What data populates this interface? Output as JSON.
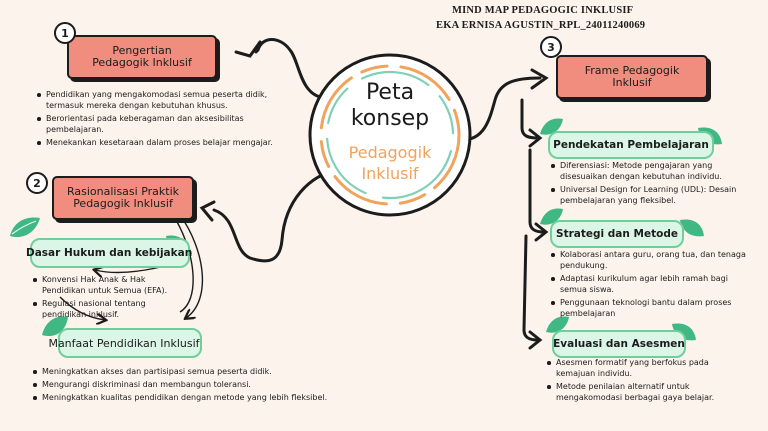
{
  "header": {
    "line1": "MIND MAP PEDAGOGIC INKLUSIF",
    "line2": "EKA ERNISA AGUSTIN_RPL_24011240069"
  },
  "center": {
    "title1": "Peta",
    "title2": "konsep",
    "subtitle1": "Pedagogik",
    "subtitle2": "Inklusif"
  },
  "branch1": {
    "number": "1",
    "title1": "Pengertian",
    "title2": "Pedagogik Inklusif",
    "bullets": [
      "Pendidikan yang mengakomodasi semua peserta didik, termasuk mereka dengan kebutuhan khusus.",
      "Berorientasi pada keberagaman dan aksesibilitas pembelajaran.",
      "Menekankan kesetaraan dalam proses belajar mengajar."
    ]
  },
  "branch2": {
    "number": "2",
    "title1": "Rasionalisasi Praktik",
    "title2": "Pedagogik Inklusif",
    "sub1": {
      "label": "Dasar Hukum dan kebijakan",
      "bullets": [
        "Konvensi Hak Anak & Hak Pendidikan untuk Semua (EFA).",
        "Regulasi nasional tentang pendidikan inklusif."
      ]
    },
    "sub2": {
      "label": "Manfaat Pendidikan Inklusif",
      "bullets": [
        "Meningkatkan akses dan partisipasi semua peserta didik.",
        "Mengurangi diskriminasi dan membangun toleransi.",
        "Meningkatkan kualitas pendidikan dengan metode yang lebih fleksibel."
      ]
    }
  },
  "branch3": {
    "number": "3",
    "title1": "Frame Pedagogik",
    "title2": "Inklusif",
    "sub1": {
      "label": "Pendekatan Pembelajaran",
      "bullets": [
        "Diferensiasi: Metode pengajaran yang disesuaikan dengan kebutuhan individu.",
        "Universal Design for Learning (UDL): Desain pembelajaran yang fleksibel."
      ]
    },
    "sub2": {
      "label": "Strategi dan Metode",
      "bullets": [
        "Kolaborasi antara guru, orang tua, dan tenaga pendukung.",
        "Adaptasi kurikulum agar lebih ramah bagi semua siswa.",
        "Penggunaan teknologi bantu dalam proses pembelajaran"
      ]
    },
    "sub3": {
      "label": "Evaluasi dan Asesmen",
      "bullets": [
        "Asesmen formatif yang berfokus pada kemajuan individu.",
        "Metode penilaian alternatif untuk mengakomodasi berbagai gaya belajar."
      ]
    }
  },
  "colors": {
    "background": "#fbf3ec",
    "card": "#f08d7e",
    "pill": "#dbf6e6",
    "leaf": "#3fb884",
    "ring_orange": "#f2a35b",
    "ring_teal": "#7fd0b6"
  }
}
